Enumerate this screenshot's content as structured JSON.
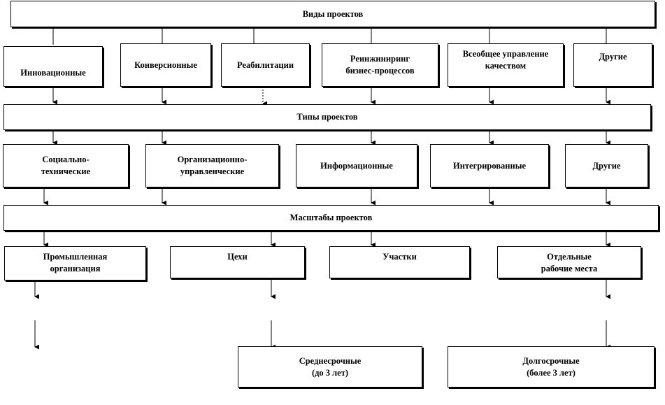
{
  "headers": {
    "kinds": "Виды проектов",
    "types": "Типы проектов",
    "scales": "Масштабы проектов"
  },
  "kinds": [
    "Инновационные",
    "Конверсионные",
    "Реабилитации",
    "Реинжиниринг\nбизнес-процессов",
    "Всеобщее управление\nкачеством",
    "Другие"
  ],
  "types": [
    "Социально-\nтехнические",
    "Организационно-\nуправленческие",
    "Информационные",
    "Интегрированные",
    "Другие"
  ],
  "scales": [
    "Промышленная\nорганизация",
    "Цехи",
    "Участки",
    "Отдельные\nрабочие места"
  ],
  "durations": [
    "Среднесрочные\n(до 3 лет)",
    "Долгосрочные\n(более 3 лет)"
  ]
}
